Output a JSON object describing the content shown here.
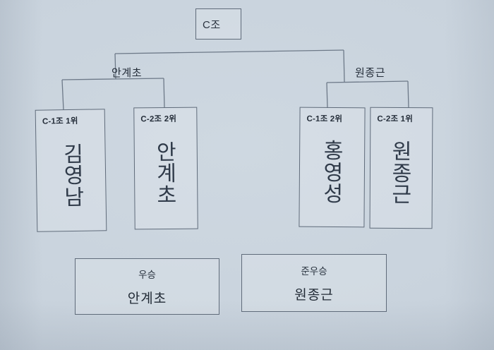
{
  "document": {
    "kind": "handwritten-tournament-bracket",
    "background_color": "#c9d3dd",
    "ink_color": "#2f3a49",
    "line_color": "#6d7988"
  },
  "root": {
    "label": "C조"
  },
  "semifinal_winners": [
    {
      "name": "안계초",
      "side": "left"
    },
    {
      "name": "원종근",
      "side": "right"
    }
  ],
  "players": [
    {
      "seed": "C-1조 1위",
      "name": "김영남",
      "chars": [
        "김",
        "영",
        "남"
      ]
    },
    {
      "seed": "C-2조 2위",
      "name": "안계초",
      "chars": [
        "안",
        "계",
        "초"
      ]
    },
    {
      "seed": "C-1조 2위",
      "name": "홍영성",
      "chars": [
        "홍",
        "영",
        "성"
      ]
    },
    {
      "seed": "C-2조 1위",
      "name": "원종근",
      "chars": [
        "원",
        "종",
        "근"
      ]
    }
  ],
  "results": {
    "champion": {
      "title": "우승",
      "name": "안계초"
    },
    "runner_up": {
      "title": "준우승",
      "name": "원종근"
    }
  }
}
